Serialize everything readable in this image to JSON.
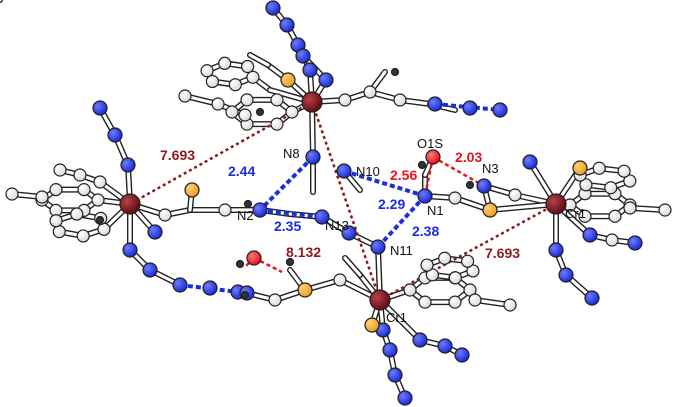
{
  "figure": {
    "atom_labels": {
      "N8": "N8",
      "N10": "N10",
      "O1S": "O1S",
      "N3": "N3",
      "N1": "N1",
      "N2": "N2",
      "N13": "N13",
      "N11": "N11",
      "Cr1_right": "Cr1",
      "Cr1_bottom": "Cr1"
    },
    "distances": {
      "d_7693_left": "7.693",
      "d_244": "2.44",
      "d_256": "2.56",
      "d_203": "2.03",
      "d_229": "2.29",
      "d_235": "2.35",
      "d_8132": "8.132",
      "d_238": "2.38",
      "d_7693_right": "7.693"
    },
    "colors": {
      "nitrogen": "#1f2fe0",
      "oxygen": "#e8141b",
      "sulfur": "#f0a020",
      "chromium": "#7a0f12",
      "carbon": "#ffffff",
      "hydrogen": "#333333",
      "hbond_blue": "#1a2ee0",
      "hbond_red": "#e8141b",
      "crcr_dark": "#8b1a1a"
    }
  }
}
